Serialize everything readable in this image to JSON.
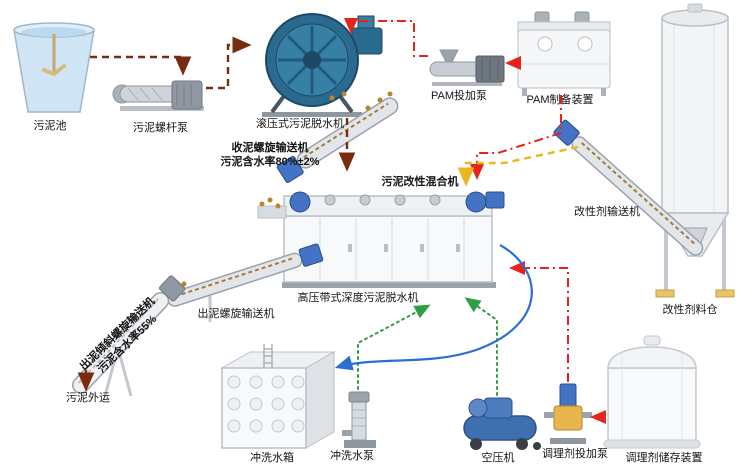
{
  "labels": {
    "pool": "污泥池",
    "screw_pump": "污泥螺杆泵",
    "drum": "滚压式污泥脱水机",
    "collect_line1": "收泥螺旋输送机",
    "collect_line2": "污泥含水率80%±2%",
    "pam_pump": "PAM投加泵",
    "pam_prep": "PAM制备装置",
    "mixer": "污泥改性混合机",
    "modifier_conveyor": "改性剂输送机",
    "modifier_silo": "改性剂料仓",
    "main_machine": "高压带式深度污泥脱水机",
    "discharge_conveyor": "出泥螺旋输送机",
    "incline_line1": "出泥倾斜螺旋输送机",
    "incline_line2": "污泥含水率55%",
    "sludge_out": "污泥外运",
    "flush_tank": "冲洗水箱",
    "flush_pump": "冲洗水泵",
    "compressor": "空压机",
    "conditioner_pump": "调理剂投加泵",
    "conditioner_storage": "调理剂储存装置"
  },
  "colors": {
    "sludge_flow": "#7a2a0e",
    "pam_flow": "#e8231a",
    "modifier_flow": "#e9b71c",
    "conditioner_flow": "#e8231a",
    "air_flow": "#2f9e44",
    "water_flow": "#2a6fd4",
    "equipment_blue": "#2b6a8f",
    "motor_blue": "#4472c4",
    "sludge_gold": "#b8862b"
  }
}
